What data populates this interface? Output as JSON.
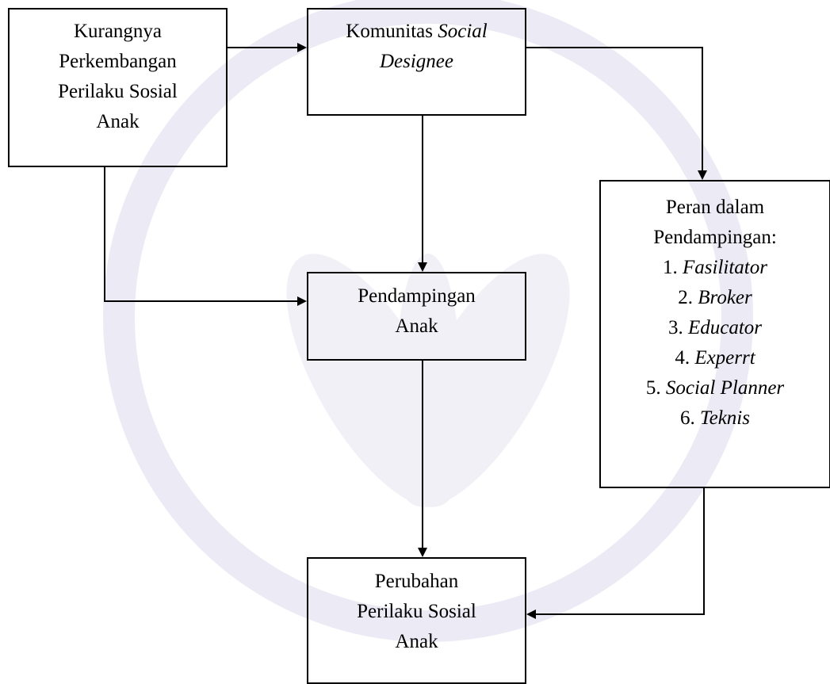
{
  "colors": {
    "stroke": "#000000",
    "background": "#ffffff",
    "watermark": "#eceaf4"
  },
  "nodes": {
    "kurangnya": {
      "lines": [
        "Kurangnya",
        "Perkembangan",
        "Perilaku Sosial",
        "Anak"
      ]
    },
    "komunitas": {
      "prefix": "Komunitas ",
      "italic_1": "Social",
      "italic_2": "Designee"
    },
    "pendampingan": {
      "lines": [
        "Pendampingan",
        "Anak"
      ]
    },
    "peran": {
      "heading": [
        "Peran dalam",
        "Pendampingan:"
      ],
      "items": [
        {
          "num": "1.",
          "text": "Fasilitator"
        },
        {
          "num": "2.",
          "text": "Broker"
        },
        {
          "num": "3.",
          "text": "Educator"
        },
        {
          "num": "4.",
          "text": "Experrt"
        },
        {
          "num": "5.",
          "text": "Social Planner"
        },
        {
          "num": "6.",
          "text": "Teknis"
        }
      ]
    },
    "perubahan": {
      "lines": [
        "Perubahan",
        "Perilaku Sosial",
        "Anak"
      ]
    }
  }
}
